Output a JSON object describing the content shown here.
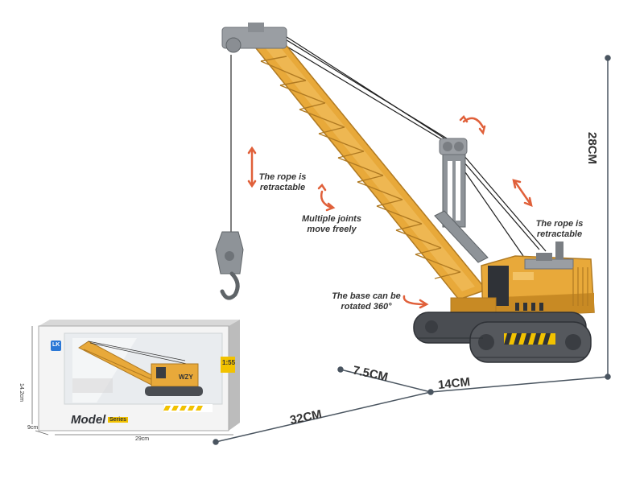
{
  "annotations": {
    "rope_left_line1": "The rope is",
    "rope_left_line2": "retractable",
    "joints_line1": "Multiple joints",
    "joints_line2": "move freely",
    "rope_right_line1": "The rope is",
    "rope_right_line2": "retractable",
    "base_line1": "The base can be",
    "base_line2": "rotated 360°"
  },
  "dimensions": {
    "height": "28CM",
    "width": "7.5CM",
    "depth": "14CM",
    "length": "32CM"
  },
  "box": {
    "model_text": "Model",
    "series_text": "Series",
    "scale": "1:55",
    "brand": "LK",
    "crane_text": "WZY",
    "height_dim": "14.2cm",
    "depth_dim": "9cm",
    "width_dim": "29cm"
  },
  "colors": {
    "crane_yellow": "#e8a93a",
    "crane_dark_yellow": "#c88a24",
    "track_gray": "#4a4d52",
    "arrow_orange": "#e0603a",
    "dim_line": "#4a5560"
  }
}
